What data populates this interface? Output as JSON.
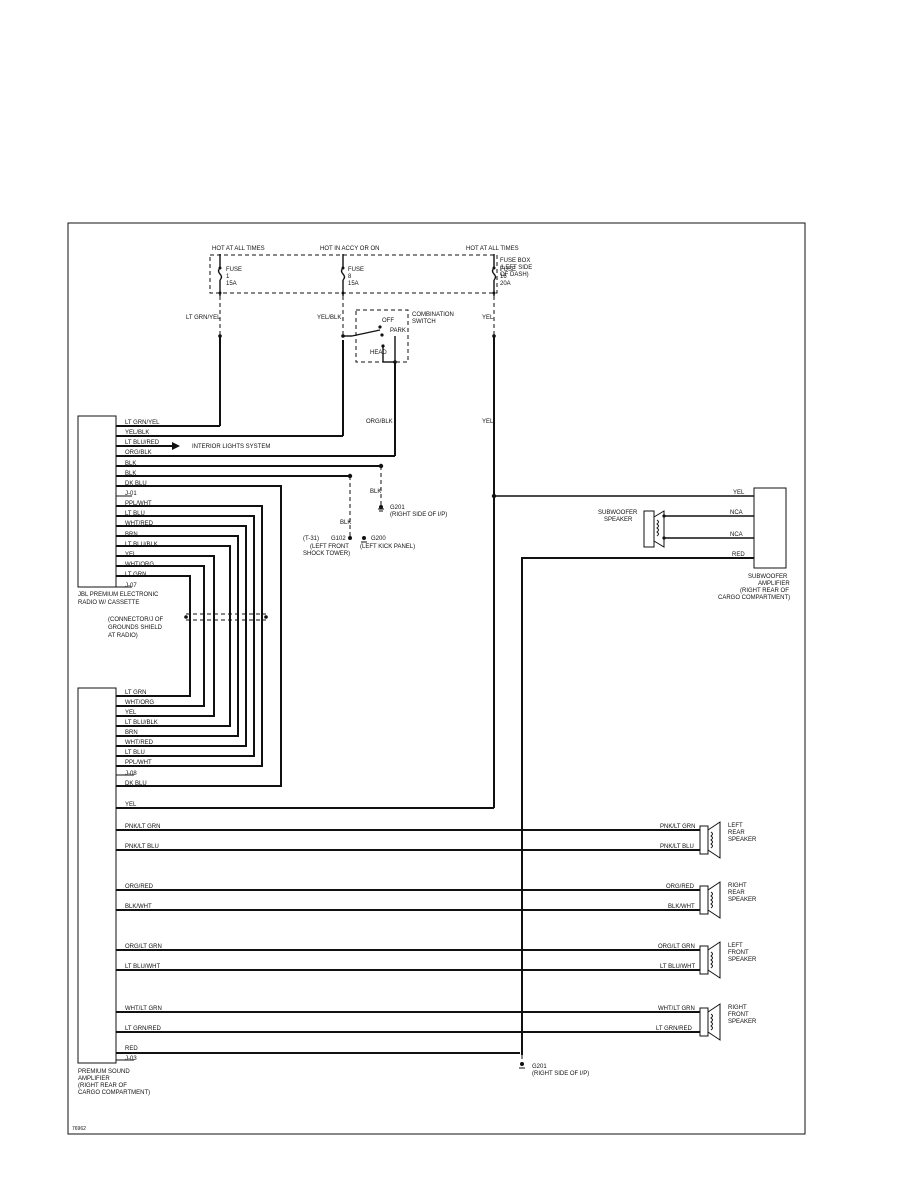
{
  "diagram": {
    "fuse_box": {
      "supply_labels": [
        "HOT AT ALL TIMES",
        "HOT IN ACCY OR ON",
        "HOT AT ALL TIMES"
      ],
      "label": [
        "FUSE BOX",
        "(LEFT SIDE",
        "OF DASH)"
      ],
      "fuses": [
        {
          "name": "FUSE",
          "number": "1",
          "rating": "15A"
        },
        {
          "name": "FUSE",
          "number": "8",
          "rating": "15A"
        },
        {
          "name": "FUSE",
          "number": "16",
          "rating": "20A"
        }
      ]
    },
    "combination_switch": {
      "label": [
        "COMBINATION",
        "SWITCH"
      ],
      "positions": [
        "OFF",
        "PARK",
        "HEAD"
      ]
    },
    "fuse_wires": [
      "LT GRN/YEL",
      "YEL/BLK",
      "YEL"
    ],
    "switch_output_wire": "ORG/BLK",
    "yel_mid": "YEL",
    "radio": {
      "label": [
        "JBL PREMIUM ELECTRONIC",
        "RADIO W/ CASSETTE"
      ],
      "wires": [
        "LT GRN/YEL",
        "YEL/BLK",
        "LT BLU/RED",
        "ORG/BLK",
        "BLK",
        "BLK",
        "DK BLU",
        "J-01",
        "PPL/WHT",
        "LT BLU",
        "WHT/RED",
        "BRN",
        "LT BLU/BLK",
        "YEL",
        "WHT/ORG",
        "LT GRN",
        "J-07"
      ],
      "interior_lights": "INTERIOR LIGHTS SYSTEM"
    },
    "grounds": {
      "blk1": "BLK",
      "blk2": "BLK",
      "g201_upper": [
        "G201",
        "(RIGHT SIDE OF I/P)"
      ],
      "g102": {
        "ref": "(T-31)",
        "id": "G102",
        "desc": [
          "(LEFT FRONT",
          "SHOCK TOWER)"
        ]
      },
      "g200": [
        "G200",
        "(LEFT KICK PANEL)"
      ],
      "g201_lower": [
        "G201",
        "(RIGHT SIDE OF I/P)"
      ]
    },
    "shield_note": [
      "(CONNECTOR/J OF",
      "GROUNDS SHIELD",
      "AT RADIO)"
    ],
    "amplifier": {
      "label": [
        "PREMIUM SOUND",
        "AMPLIFIER",
        "(RIGHT REAR OF",
        "CARGO COMPARTMENT)"
      ],
      "wires": [
        "LT GRN",
        "WHT/ORG",
        "YEL",
        "LT BLU/BLK",
        "BRN",
        "WHT/RED",
        "LT BLU",
        "PPL/WHT",
        "J-08",
        "DK BLU",
        "YEL",
        "PNK/LT GRN",
        "PNK/LT BLU",
        "ORG/RED",
        "BLK/WHT",
        "ORG/LT GRN",
        "LT BLU/WHT",
        "WHT/LT GRN",
        "LT GRN/RED",
        "RED",
        "J-03"
      ]
    },
    "subwoofer_amp": {
      "label": [
        "SUBWOOFER",
        "AMPLIFIER",
        "(RIGHT REAR OF",
        "CARGO COMPARTMENT)"
      ],
      "wires": [
        "YEL",
        "NCA",
        "NCA",
        "RED"
      ]
    },
    "subwoofer_speaker": [
      "SUBWOOFER",
      "SPEAKER"
    ],
    "speakers": [
      {
        "label": [
          "LEFT",
          "REAR",
          "SPEAKER"
        ],
        "wires": [
          "PNK/LT GRN",
          "PNK/LT BLU"
        ]
      },
      {
        "label": [
          "RIGHT",
          "REAR",
          "SPEAKER"
        ],
        "wires": [
          "ORG/RED",
          "BLK/WHT"
        ]
      },
      {
        "label": [
          "LEFT",
          "FRONT",
          "SPEAKER"
        ],
        "wires": [
          "ORG/LT GRN",
          "LT BLU/WHT"
        ]
      },
      {
        "label": [
          "RIGHT",
          "FRONT",
          "SPEAKER"
        ],
        "wires": [
          "WHT/LT GRN",
          "LT GRN/RED"
        ]
      }
    ],
    "figure_number": "76962"
  }
}
